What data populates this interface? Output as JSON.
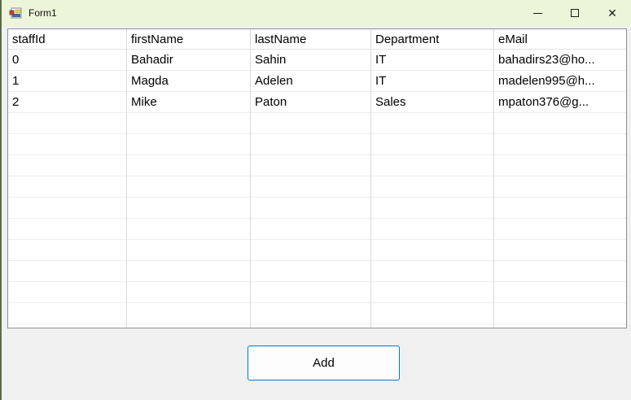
{
  "window": {
    "title": "Form1",
    "icons": {
      "close": "✕"
    }
  },
  "table": {
    "columns": [
      "staffId",
      "firstName",
      "lastName",
      "Department",
      "eMail"
    ],
    "rows": [
      [
        "0",
        "Bahadir",
        "Sahin",
        "IT",
        "bahadirs23@ho..."
      ],
      [
        "1",
        "Magda",
        "Adelen",
        "IT",
        "madelen995@h..."
      ],
      [
        "2",
        "Mike",
        "Paton",
        "Sales",
        "mpaton376@g..."
      ]
    ],
    "empty_row_count": 11
  },
  "button": {
    "label": "Add"
  },
  "colors": {
    "titlebar_bg": "#ecf4da",
    "window_edge": "#5c6b4a",
    "form_bg": "#f0f0f0",
    "grid_border": "#8b8f94",
    "gridline_vertical": "#d9d9d9",
    "gridline_horizontal": "#ededed",
    "button_border": "#0078d7"
  }
}
